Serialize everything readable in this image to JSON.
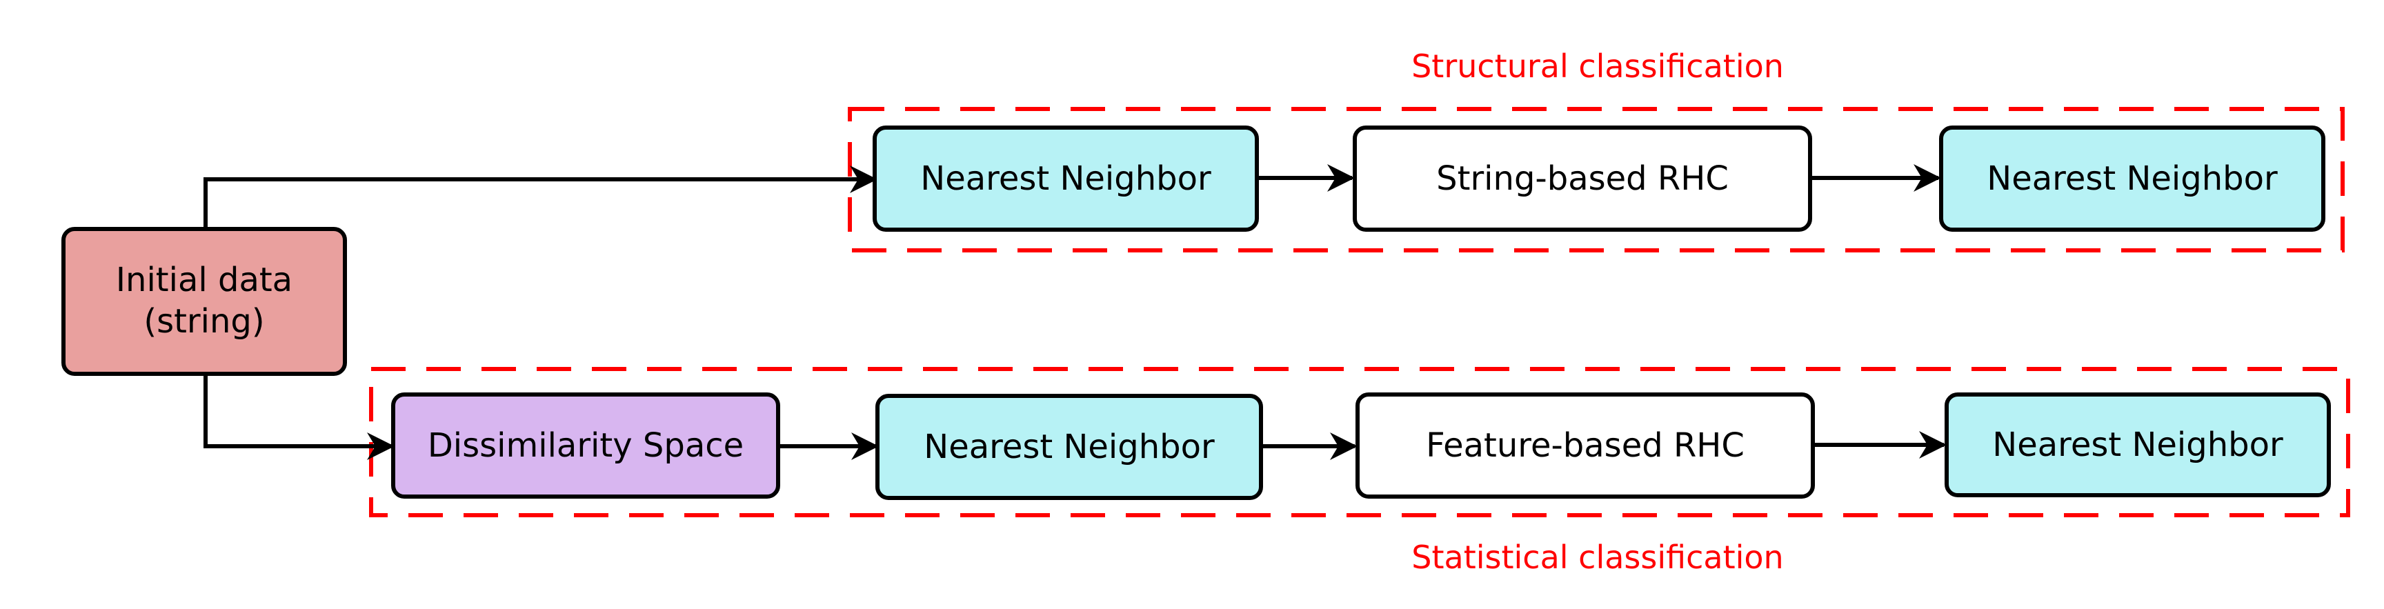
{
  "diagram": {
    "colors": {
      "initial_fill": "#e9a09e",
      "dissimilarity_fill": "#d8b6f0",
      "nn_fill": "#b7f2f5",
      "plain_fill": "#ffffff",
      "group_border": "#ff0000",
      "group_label": "#ff0000",
      "edge": "#000000"
    },
    "groups": {
      "structural": {
        "label": "Structural classification"
      },
      "statistical": {
        "label": "Statistical classification"
      }
    },
    "nodes": {
      "initial": {
        "line1": "Initial data",
        "line2": "(string)"
      },
      "structural_nn_1": {
        "label": "Nearest Neighbor"
      },
      "string_rhc": {
        "label": "String-based RHC"
      },
      "structural_nn_2": {
        "label": "Nearest Neighbor"
      },
      "dissimilarity": {
        "label": "Dissimilarity Space"
      },
      "statistical_nn_1": {
        "label": "Nearest Neighbor"
      },
      "feature_rhc": {
        "label": "Feature-based RHC"
      },
      "statistical_nn_2": {
        "label": "Nearest Neighbor"
      }
    },
    "edges": [
      {
        "from": "initial",
        "to": "structural_nn_1"
      },
      {
        "from": "structural_nn_1",
        "to": "string_rhc"
      },
      {
        "from": "string_rhc",
        "to": "structural_nn_2"
      },
      {
        "from": "initial",
        "to": "dissimilarity"
      },
      {
        "from": "dissimilarity",
        "to": "statistical_nn_1"
      },
      {
        "from": "statistical_nn_1",
        "to": "feature_rhc"
      },
      {
        "from": "feature_rhc",
        "to": "statistical_nn_2"
      }
    ]
  }
}
